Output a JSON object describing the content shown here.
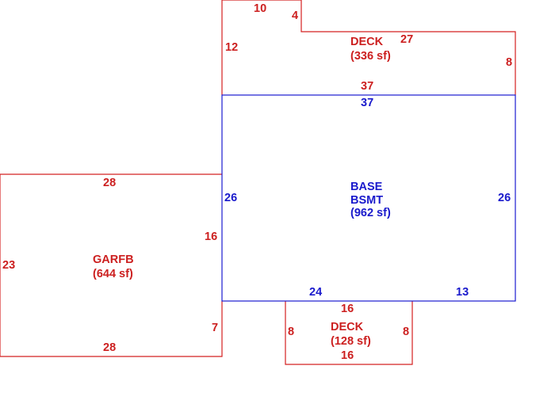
{
  "colors": {
    "red": "#d42020",
    "blue": "#1a1ad0"
  },
  "areas": {
    "deck_top": {
      "name": "DECK",
      "area": "(336 sf)"
    },
    "base": {
      "name_line1": "BASE",
      "name_line2": "BSMT",
      "area": "(962 sf)"
    },
    "garage": {
      "name": "GARFB",
      "area": "(644 sf)"
    },
    "deck_bottom": {
      "name": "DECK",
      "area": "(128 sf)"
    }
  },
  "dimensions": {
    "deck_top_step_width": "10",
    "deck_top_step_height": "4",
    "deck_top_left": "12",
    "deck_top_top": "27",
    "deck_top_right": "8",
    "deck_top_bottom": "37",
    "base_top": "37",
    "base_left": "26",
    "base_right": "26",
    "base_bottom_left": "24",
    "base_bottom_right": "13",
    "garage_top": "28",
    "garage_left": "23",
    "garage_right_upper": "16",
    "garage_right_lower": "7",
    "garage_bottom": "28",
    "deck_bottom_top": "16",
    "deck_bottom_left": "8",
    "deck_bottom_right": "8",
    "deck_bottom_bottom": "16"
  }
}
